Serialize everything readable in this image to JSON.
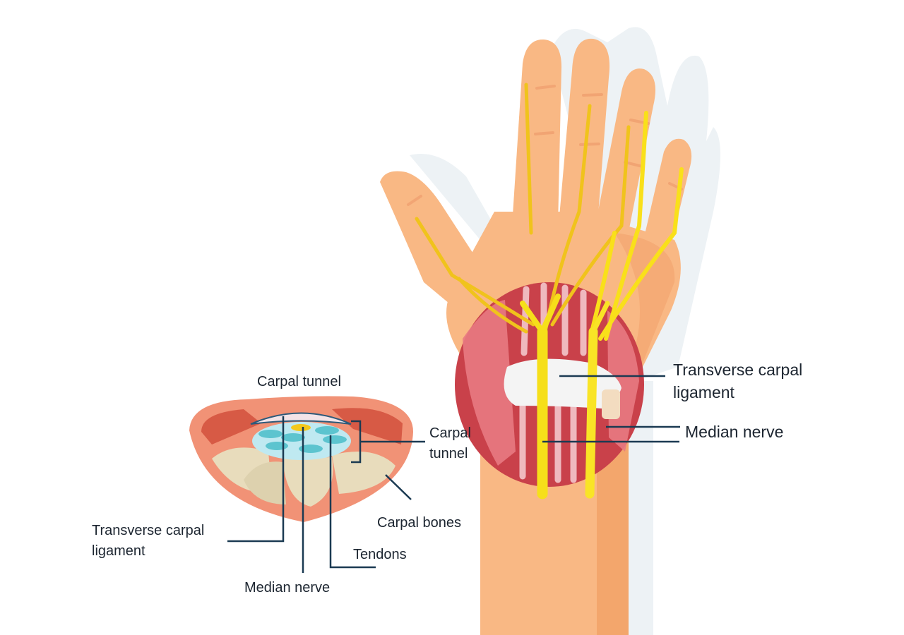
{
  "labels": {
    "cs_title": "Carpal tunnel",
    "cs_tunnel": [
      "Carpal",
      "tunnel"
    ],
    "cs_bones": "Carpal bones",
    "cs_ligament": [
      "Transverse carpal",
      "ligament"
    ],
    "cs_tendons": "Tendons",
    "cs_nerve": "Median nerve",
    "hand_ligament": [
      "Transverse carpal",
      "ligament"
    ],
    "hand_nerve": "Median nerve"
  },
  "colors": {
    "skin": "#f9b884",
    "skin_shadow": "#f3a66c",
    "muscle": "#c9414a",
    "nerve": "#f6d31f",
    "ligament": "#f4f4f4",
    "bone": "#e8dcbc",
    "tendon": "#5cc4cf",
    "leader": "#1b3a52"
  }
}
